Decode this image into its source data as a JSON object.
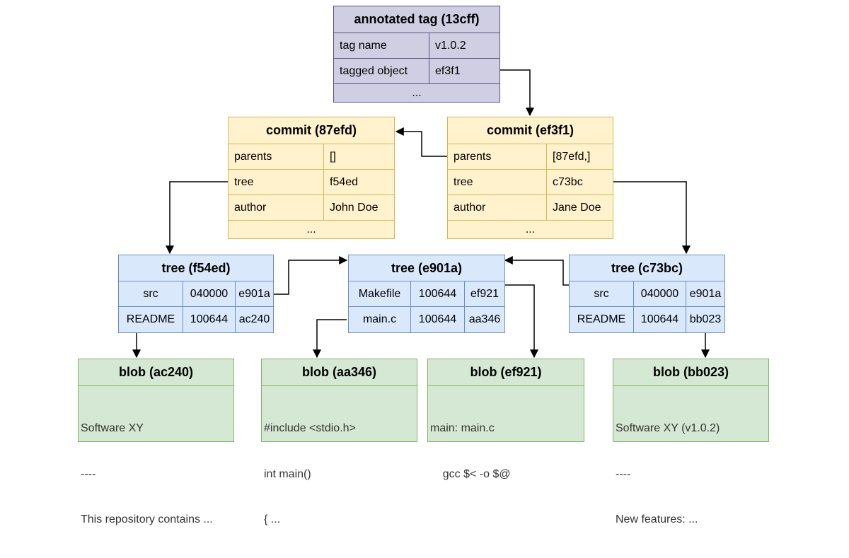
{
  "tag": {
    "title": "annotated tag (13cff)",
    "rows": [
      {
        "key": "tag name",
        "value": "v1.0.2"
      },
      {
        "key": "tagged object",
        "value": "ef3f1"
      }
    ],
    "ellipsis": "..."
  },
  "commit_87efd": {
    "title": "commit (87efd)",
    "rows": [
      {
        "key": "parents",
        "value": "[]"
      },
      {
        "key": "tree",
        "value": "f54ed"
      },
      {
        "key": "author",
        "value": "John Doe"
      }
    ],
    "ellipsis": "..."
  },
  "commit_ef3f1": {
    "title": "commit (ef3f1)",
    "rows": [
      {
        "key": "parents",
        "value": "[87efd,]"
      },
      {
        "key": "tree",
        "value": "c73bc"
      },
      {
        "key": "author",
        "value": "Jane Doe"
      }
    ],
    "ellipsis": "..."
  },
  "tree_f54ed": {
    "title": "tree (f54ed)",
    "rows": [
      [
        "src",
        "040000",
        "e901a"
      ],
      [
        "README",
        "100644",
        "ac240"
      ]
    ]
  },
  "tree_e901a": {
    "title": "tree (e901a)",
    "rows": [
      [
        "Makefile",
        "100644",
        "ef921"
      ],
      [
        "main.c",
        "100644",
        "aa346"
      ]
    ]
  },
  "tree_c73bc": {
    "title": "tree (c73bc)",
    "rows": [
      [
        "src",
        "040000",
        "e901a"
      ],
      [
        "README",
        "100644",
        "bb023"
      ]
    ]
  },
  "blob_ac240": {
    "title": "blob (ac240)",
    "lines": [
      "Software XY",
      "----",
      "This repository contains ..."
    ]
  },
  "blob_aa346": {
    "title": "blob (aa346)",
    "lines": [
      "#include <stdio.h>",
      "int main()",
      "{ ..."
    ]
  },
  "blob_ef921": {
    "title": "blob (ef921)",
    "lines": [
      "main: main.c",
      "    gcc $< -o $@"
    ]
  },
  "blob_bb023": {
    "title": "blob (bb023)",
    "lines": [
      "Software XY (v1.0.2)",
      "----",
      "New features: ..."
    ]
  },
  "colors": {
    "tag_fill": "#d0cee2",
    "tag_stroke": "#56517e",
    "commit_fill": "#fff2cc",
    "commit_stroke": "#d6b656",
    "tree_fill": "#dae8fc",
    "tree_stroke": "#6c8ebf",
    "blob_fill": "#d5e8d4",
    "blob_stroke": "#82b366",
    "edge": "#000000"
  }
}
